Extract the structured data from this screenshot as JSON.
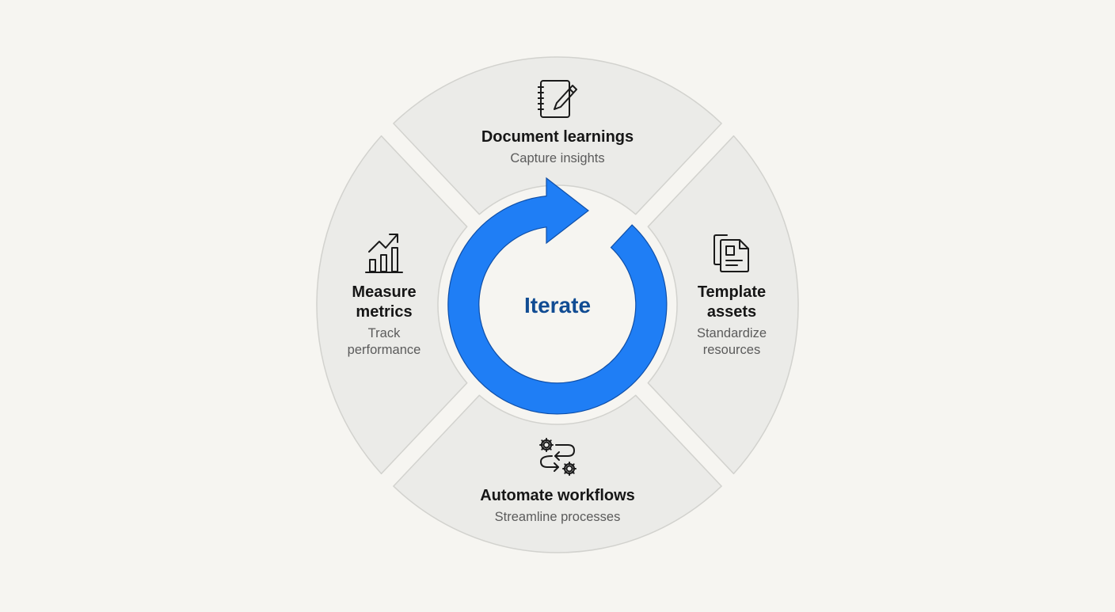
{
  "diagram": {
    "center": {
      "label": "Iterate",
      "icon": "cycle-arrow-icon",
      "color": "#1f7ef5",
      "text_color": "#114c93"
    },
    "segments": [
      {
        "position": "top",
        "title": "Document learnings",
        "subtitle": "Capture insights",
        "icon": "notebook-pencil-icon"
      },
      {
        "position": "right",
        "title_lines": [
          "Template",
          "assets"
        ],
        "subtitle_lines": [
          "Standardize",
          "resources"
        ],
        "icon": "documents-icon"
      },
      {
        "position": "bottom",
        "title": "Automate workflows",
        "subtitle": "Streamline processes",
        "icon": "gears-workflow-icon"
      },
      {
        "position": "left",
        "title_lines": [
          "Measure",
          "metrics"
        ],
        "subtitle_lines": [
          "Track",
          "performance"
        ],
        "icon": "bar-chart-growth-icon"
      }
    ],
    "colors": {
      "background": "#f6f5f1",
      "segment_fill": "#ebebe8",
      "segment_border": "#d2d2ce",
      "accent": "#1f7ef5",
      "title_text": "#161616",
      "subtitle_text": "#5b5b5b"
    }
  }
}
